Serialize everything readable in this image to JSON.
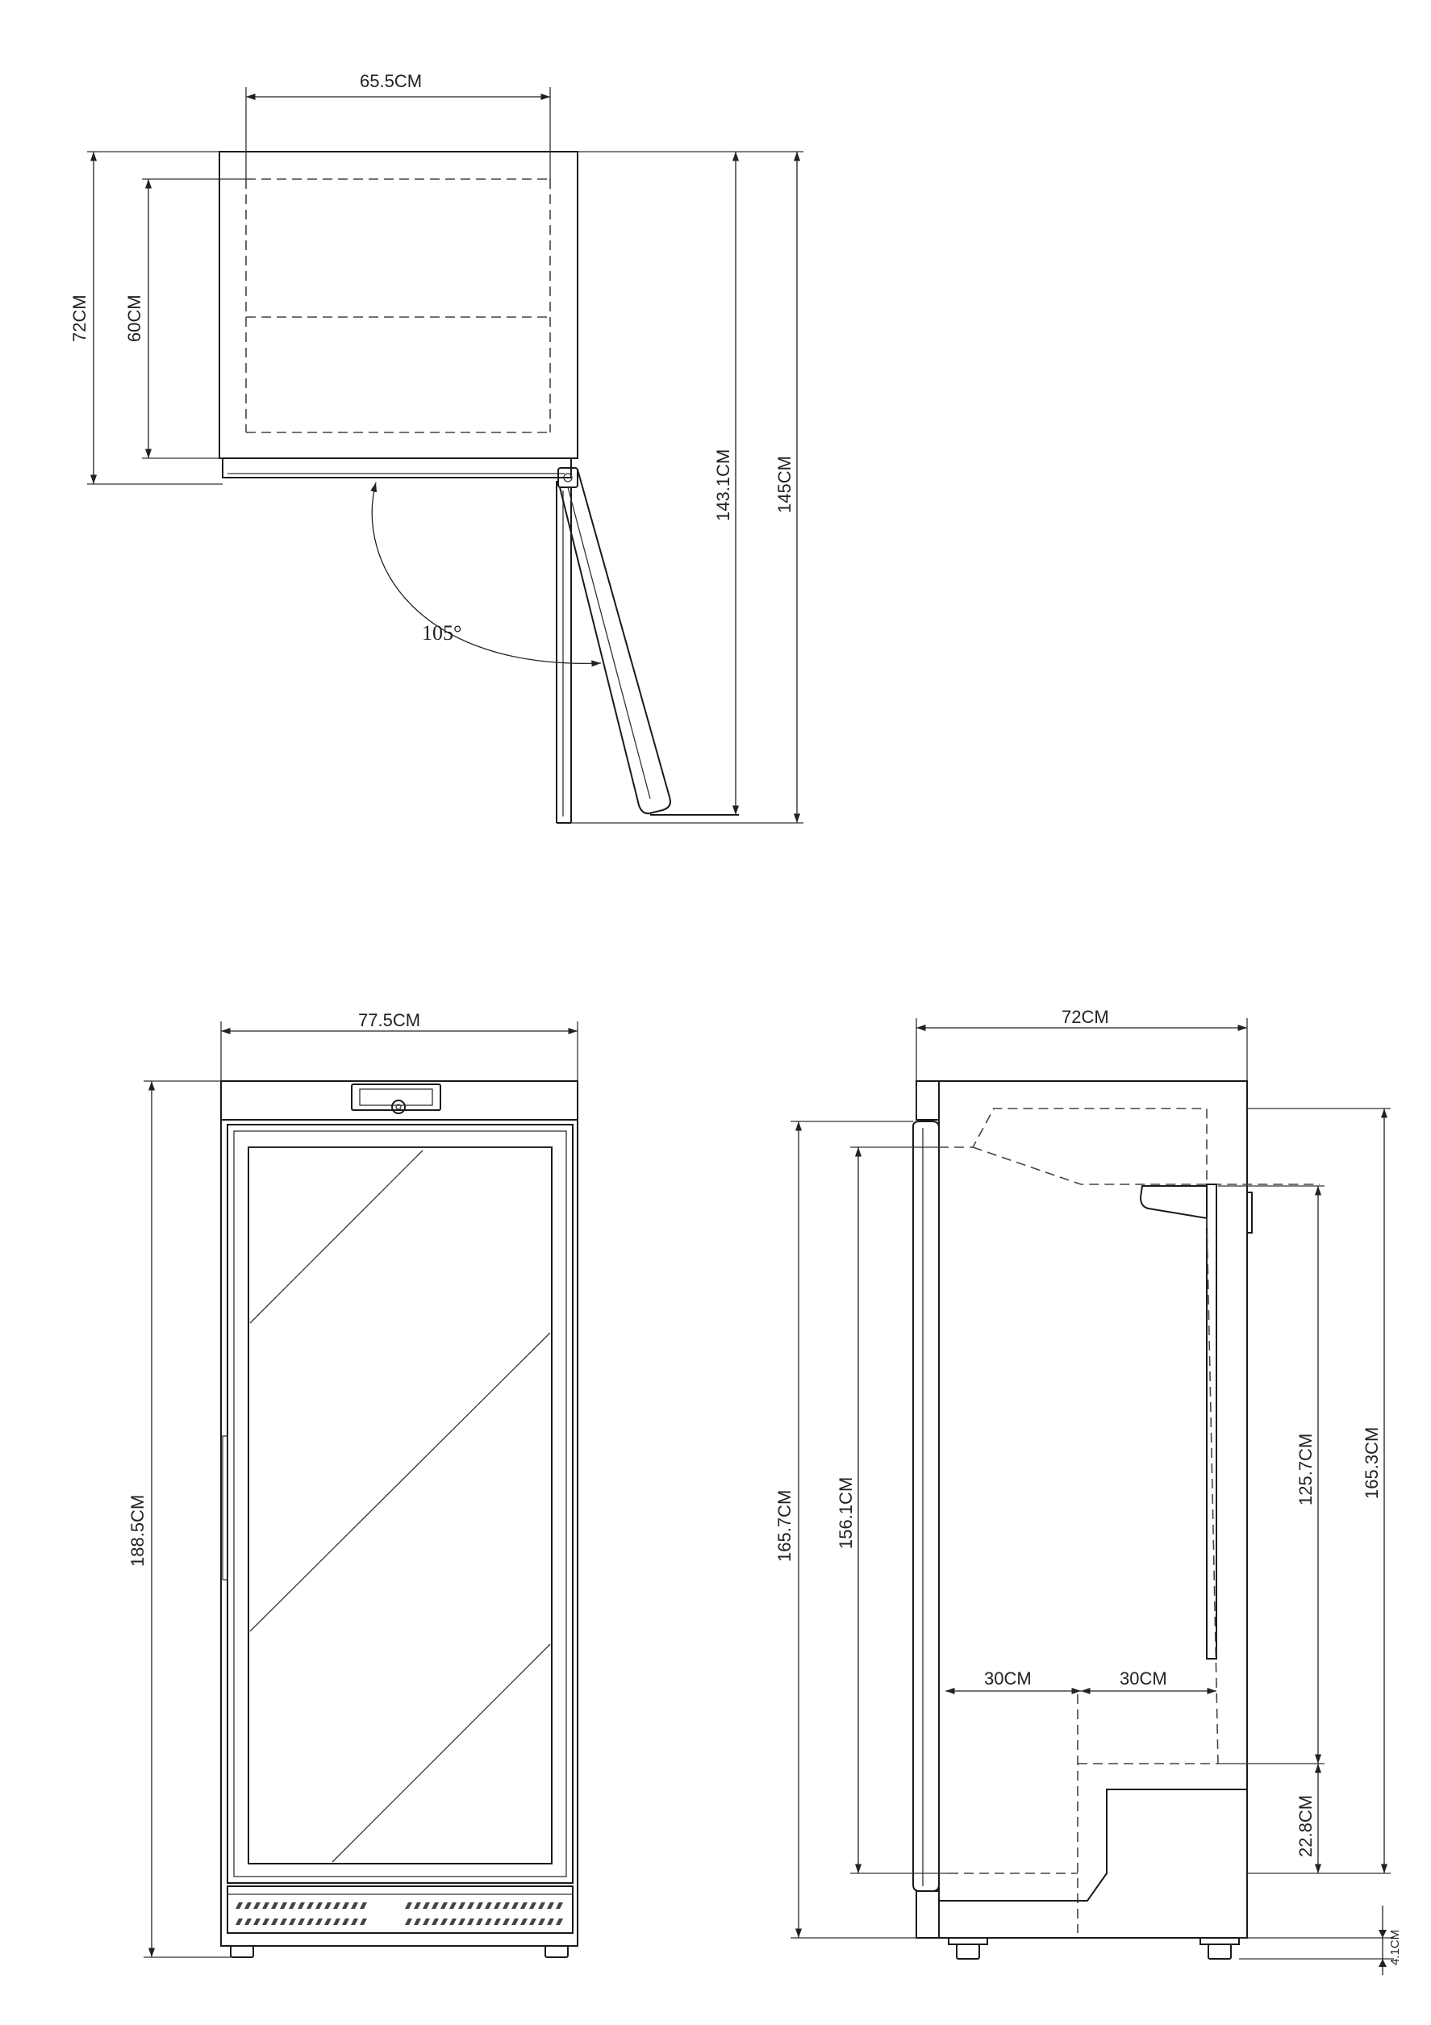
{
  "top_view": {
    "width_label": "65.5CM",
    "depth_label": "72CM",
    "inner_depth_label": "60CM",
    "door_open_depth_label": "143.1CM",
    "total_depth_label": "145CM",
    "door_angle_label": "105°"
  },
  "front_view": {
    "width_label": "77.5CM",
    "height_label": "188.5CM"
  },
  "side_view": {
    "depth_label": "72CM",
    "door_height_label": "165.7CM",
    "inner_height_label": "156.1CM",
    "shelf_front_label": "30CM",
    "shelf_rear_label": "30CM",
    "interior_height_label": "125.7CM",
    "cabinet_height_label": "165.3CM",
    "compressor_height_label": "22.8CM",
    "foot_height_label": "4.1CM"
  }
}
